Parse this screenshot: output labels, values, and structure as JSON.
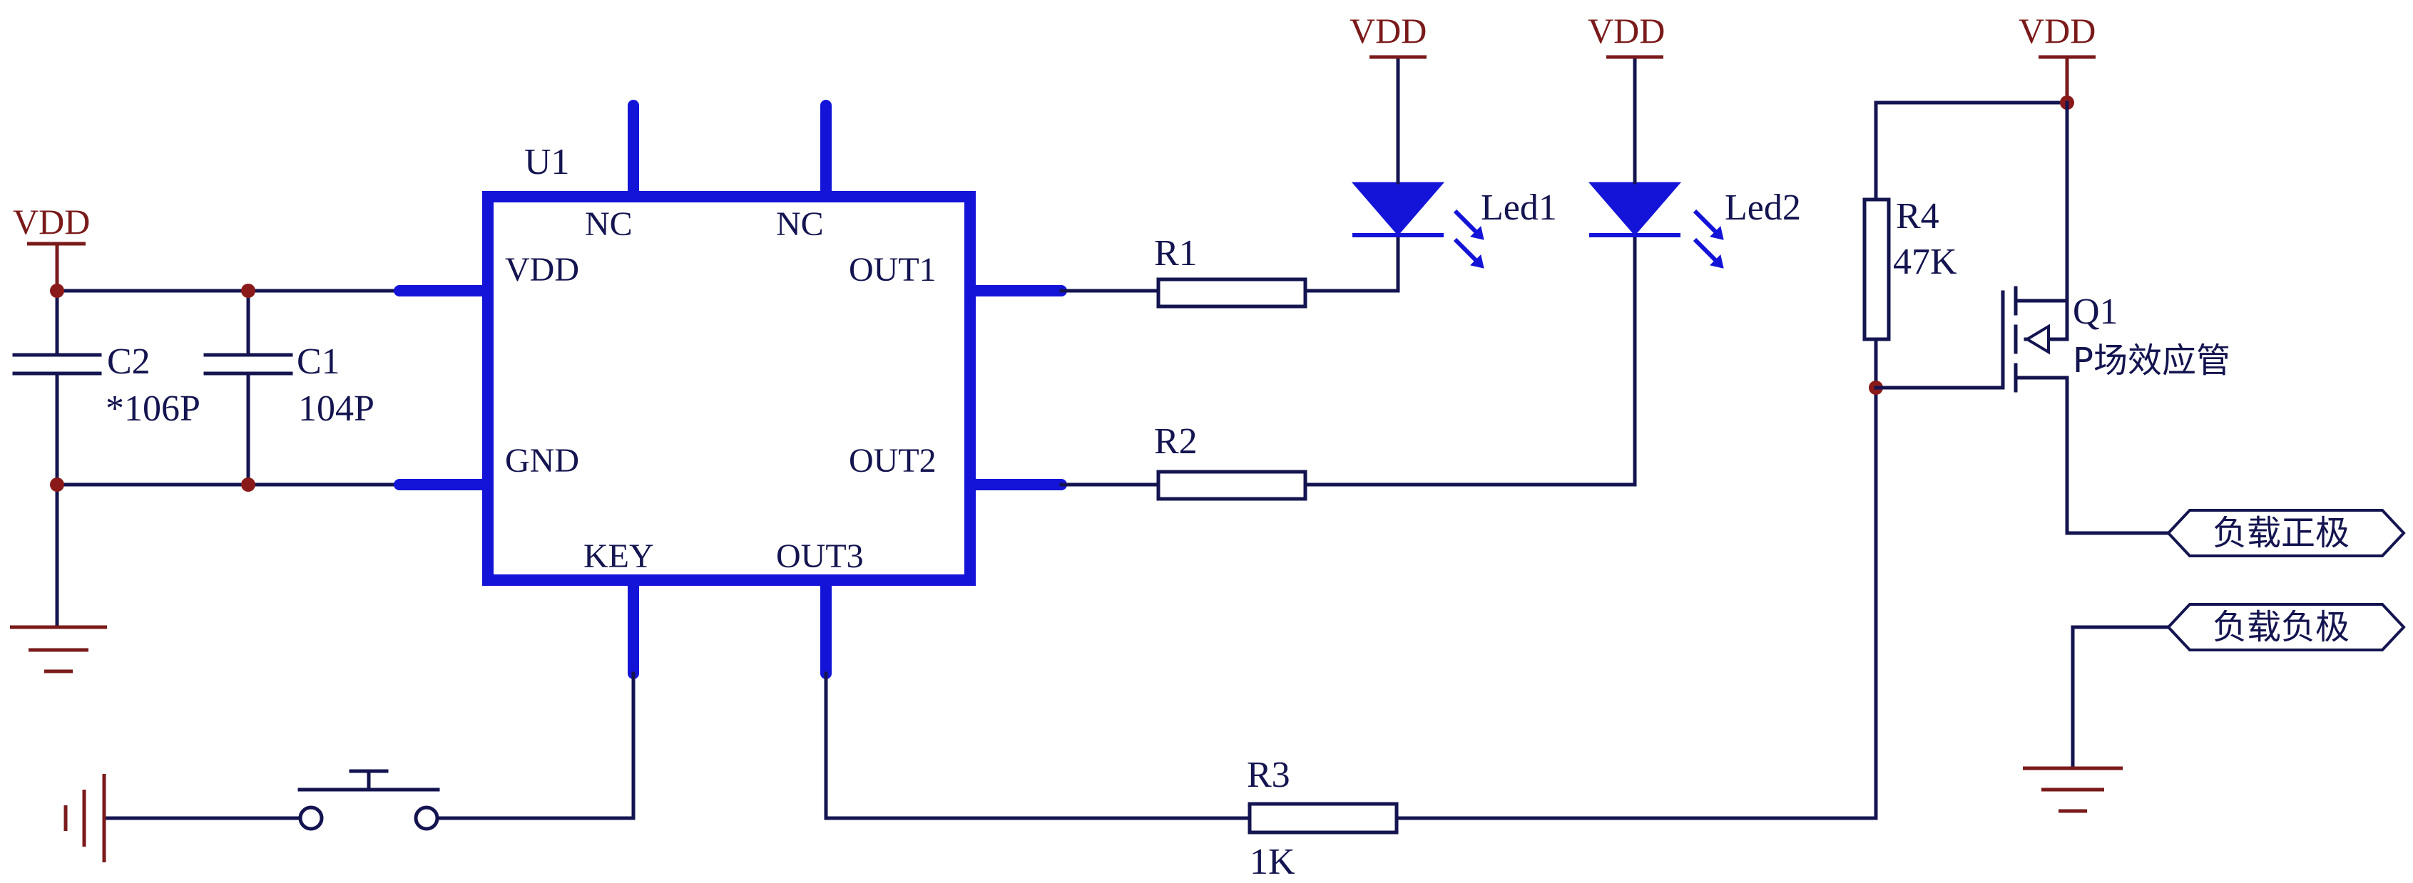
{
  "power": {
    "vdd_left": "VDD",
    "vdd_led1": "VDD",
    "vdd_led2": "VDD",
    "vdd_right": "VDD"
  },
  "chip": {
    "ref": "U1",
    "pins": {
      "nc1": "NC",
      "nc2": "NC",
      "vdd": "VDD",
      "gnd": "GND",
      "key": "KEY",
      "out1": "OUT1",
      "out2": "OUT2",
      "out3": "OUT3"
    }
  },
  "capacitors": {
    "c2": {
      "ref": "C2",
      "value": "*106P"
    },
    "c1": {
      "ref": "C1",
      "value": "104P"
    }
  },
  "resistors": {
    "r1": {
      "ref": "R1"
    },
    "r2": {
      "ref": "R2"
    },
    "r3": {
      "ref": "R3",
      "value": "1K"
    },
    "r4": {
      "ref": "R4",
      "value": "47K"
    }
  },
  "leds": {
    "led1": "Led1",
    "led2": "Led2"
  },
  "transistor": {
    "ref": "Q1",
    "type": "P场效应管"
  },
  "ports": {
    "load_positive": "负载正极",
    "load_negative": "负载负极"
  },
  "colors": {
    "chip": "#1414d8",
    "wire": "#141450",
    "power": "#7a1a1a"
  }
}
